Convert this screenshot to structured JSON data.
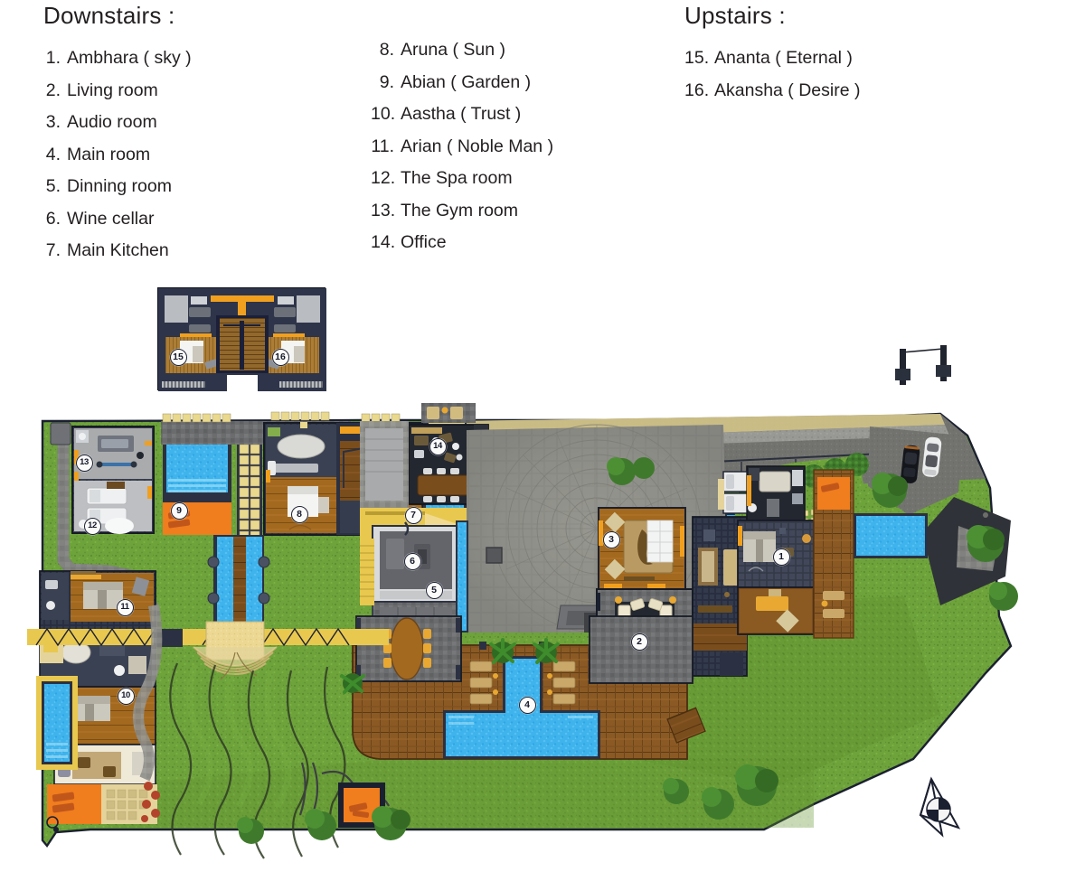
{
  "legend": {
    "downstairs": {
      "title": "Downstairs :",
      "items": [
        {
          "num": "1.",
          "label": "Ambhara ( sky )"
        },
        {
          "num": "2.",
          "label": "Living room"
        },
        {
          "num": "3.",
          "label": "Audio room"
        },
        {
          "num": "4.",
          "label": "Main room"
        },
        {
          "num": "5.",
          "label": "Dinning room"
        },
        {
          "num": "6.",
          "label": "Wine cellar"
        },
        {
          "num": "7.",
          "label": "Main Kitchen"
        },
        {
          "num": "8.",
          "label": "Aruna ( Sun )"
        },
        {
          "num": "9.",
          "label": "Abian ( Garden )"
        },
        {
          "num": "10.",
          "label": "Aastha ( Trust )"
        },
        {
          "num": "11.",
          "label": "Arian ( Noble Man )"
        },
        {
          "num": "12.",
          "label": "The Spa room"
        },
        {
          "num": "13.",
          "label": "The Gym room"
        },
        {
          "num": "14.",
          "label": "Office"
        }
      ]
    },
    "upstairs": {
      "title": "Upstairs :",
      "items": [
        {
          "num": "15.",
          "label": "Ananta ( Eternal )"
        },
        {
          "num": "16.",
          "label": "Akansha ( Desire )"
        }
      ]
    }
  },
  "siteplan": {
    "markers": [
      {
        "num": "1",
        "room": "Ambhara ( sky )"
      },
      {
        "num": "2",
        "room": "Living room"
      },
      {
        "num": "3",
        "room": "Audio room"
      },
      {
        "num": "4",
        "room": "Main room"
      },
      {
        "num": "5",
        "room": "Dinning room"
      },
      {
        "num": "6",
        "room": "Wine cellar"
      },
      {
        "num": "7",
        "room": "Main Kitchen"
      },
      {
        "num": "8",
        "room": "Aruna ( Sun )"
      },
      {
        "num": "9",
        "room": "Abian ( Garden )"
      },
      {
        "num": "10",
        "room": "Aastha ( Trust )"
      },
      {
        "num": "11",
        "room": "Arian ( Noble Man )"
      },
      {
        "num": "12",
        "room": "The Spa room"
      },
      {
        "num": "13",
        "room": "The Gym room"
      },
      {
        "num": "14",
        "room": "Office"
      }
    ],
    "inset_markers": [
      {
        "num": "15",
        "room": "Ananta ( Eternal )"
      },
      {
        "num": "16",
        "room": "Akansha ( Desire )"
      }
    ],
    "colors": {
      "grass": "#6ea33b",
      "water": "#3fb3ec",
      "wood_deck": "#8b5a24",
      "roof_navy": "#2b3142",
      "accent_orange": "#f0a01e",
      "terrace_orange": "#f07d1e",
      "sand": "#e8c84f",
      "stone": "#8e8e8a",
      "outline": "#1b2030",
      "marker_fill": "#fbfbfa",
      "text": "#231f20"
    },
    "features": [
      "circular paved courtyard",
      "T-shaped main swimming pool",
      "lap pools",
      "rice terraces",
      "wooden sun deck",
      "parking with two cars",
      "entry gate posts",
      "hedge row",
      "garden pavilion",
      "reflecting pool with bridge",
      "compass rose"
    ]
  }
}
